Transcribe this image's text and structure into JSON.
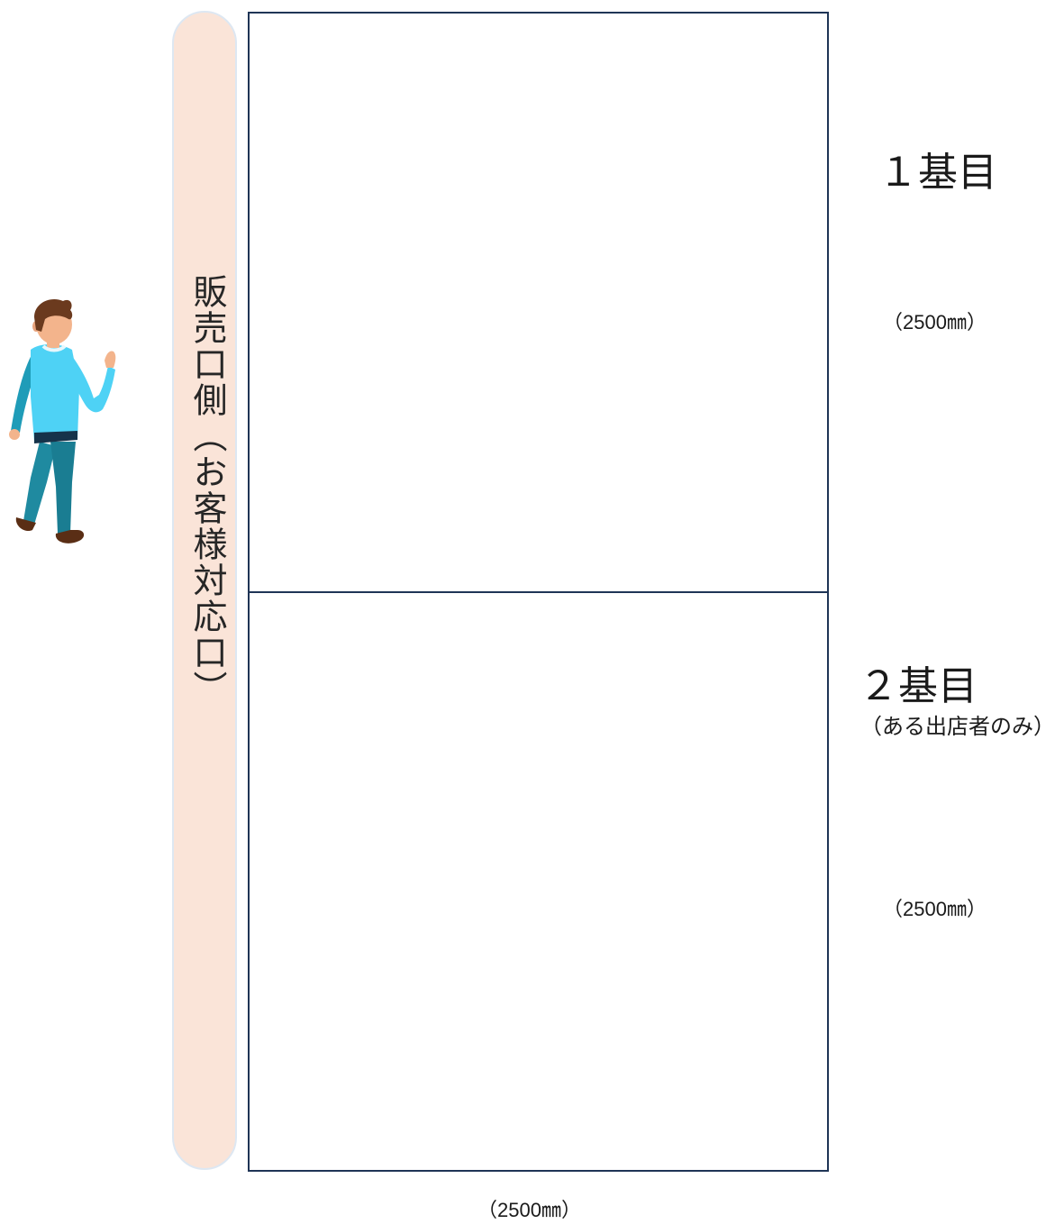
{
  "customer_side": {
    "label": "販売口側（お客様対応口）"
  },
  "booths": [
    {
      "title": "１基目",
      "dimension": "（2500㎜）",
      "note": ""
    },
    {
      "title": "２基目",
      "dimension": "（2500㎜）",
      "note": "（ある出店者のみ）"
    }
  ],
  "width_dimension": "（2500㎜）",
  "colors": {
    "customer_bar": "#fae4d8",
    "booth_border": "#1f3556",
    "person_shirt": "#4ed2f5",
    "person_pants": "#1f8aa0",
    "person_hair": "#6b3a1e"
  },
  "icons": {
    "person": "walking-person-icon"
  }
}
